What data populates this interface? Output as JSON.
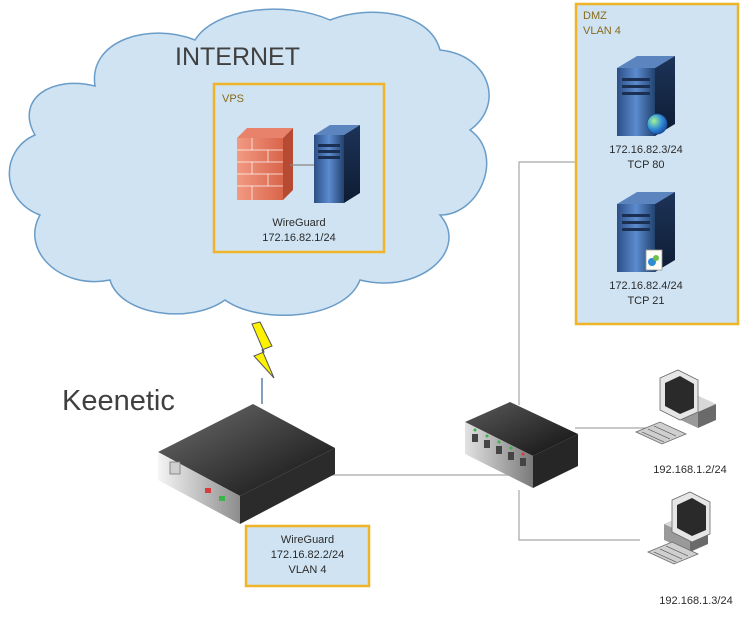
{
  "internet": {
    "title": "INTERNET"
  },
  "vps": {
    "title": "VPS",
    "line1": "WireGuard",
    "line2": "172.16.82.1/24"
  },
  "dmz": {
    "title_line1": "DMZ",
    "title_line2": "VLAN 4",
    "server1": {
      "ip": "172.16.82.3/24",
      "port": "TCP 80"
    },
    "server2": {
      "ip": "172.16.82.4/24",
      "port": "TCP 21"
    }
  },
  "keenetic": {
    "title": "Keenetic",
    "box_line1": "WireGuard",
    "box_line2": "172.16.82.2/24",
    "box_line3": "VLAN 4"
  },
  "clients": [
    {
      "ip": "192.168.1.2/24"
    },
    {
      "ip": "192.168.1.3/24"
    }
  ],
  "colors": {
    "cloud_fill": "#cfe3f3",
    "cloud_stroke": "#6a9cc8",
    "box_border": "#f0b429",
    "box_fill": "#cfe3f3",
    "link": "#a6a6a6",
    "bolt": "#fff200"
  },
  "icons": [
    "firewall-icon",
    "server-icon",
    "web-globe-icon",
    "ftp-document-icon",
    "router-icon",
    "switch-icon",
    "workstation-icon",
    "lightning-icon"
  ]
}
